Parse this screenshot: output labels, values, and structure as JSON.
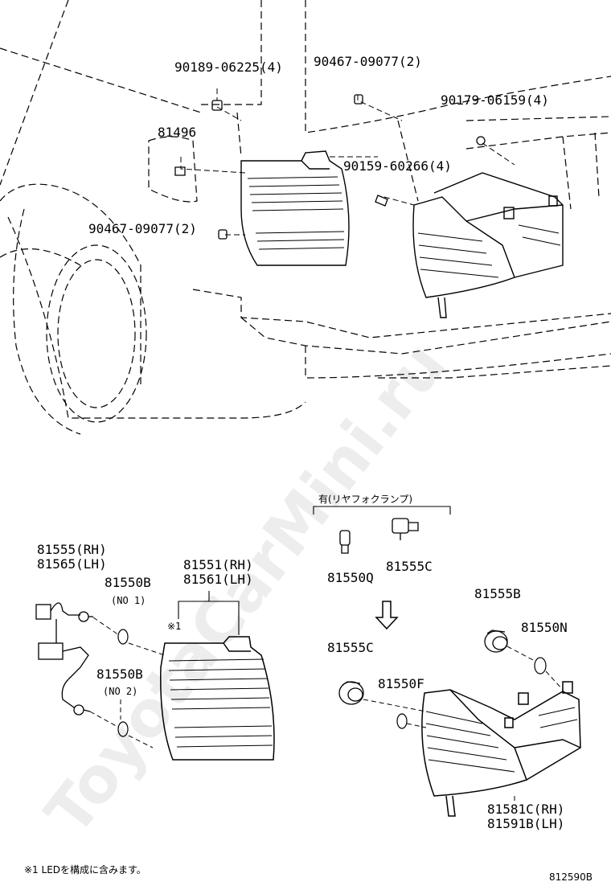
{
  "watermark": "ToyotaCarMini.ru",
  "top_labels": {
    "p90189": "90189-06225(4)",
    "p90467a": "90467-09077(2)",
    "p90179": "90179-06159(4)",
    "p81496": "81496",
    "p90159": "90159-60266(4)",
    "p90467b": "90467-09077(2)"
  },
  "bottom_labels": {
    "p81555_rh": "81555(RH)",
    "p81565_lh": "81565(LH)",
    "p81550b_1": "81550B",
    "no1": "(NO 1)",
    "p81550b_2": "81550B",
    "no2": "(NO 2)",
    "p81551_rh": "81551(RH)",
    "p81561_lh": "81561(LH)",
    "mark1": "※1",
    "option_header": "有(リヤフォクランプ)",
    "p81550q": "81550Q",
    "p81555c_top": "81555C",
    "p81555c": "81555C",
    "p81550f": "81550F",
    "p81555b": "81555B",
    "p81550n": "81550N",
    "p81581c_rh": "81581C(RH)",
    "p81591b_lh": "81591B(LH)"
  },
  "footnote": "※1 LEDを構成に含みます。",
  "figure_id": "812590B",
  "colors": {
    "line": "#000000",
    "watermark": "#d9d9d9"
  }
}
